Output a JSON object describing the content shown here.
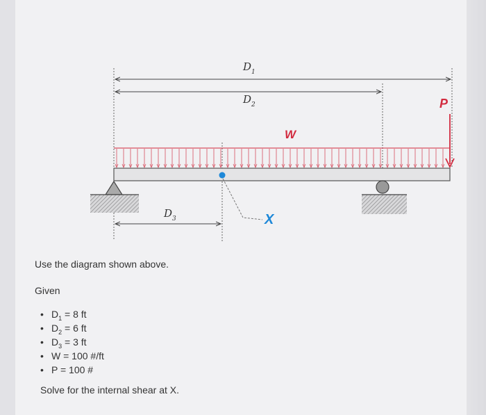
{
  "diagram": {
    "d1": {
      "letter": "D",
      "sub": "1"
    },
    "d2": {
      "letter": "D",
      "sub": "2"
    },
    "d3": {
      "letter": "D",
      "sub": "3"
    },
    "w_label": "W",
    "p_label": "P",
    "x_label": "X"
  },
  "colors": {
    "load": "#d22b3f",
    "point_x": "#1e88d8",
    "beam_fill": "#e4e4e6",
    "beam_stroke": "#555555"
  },
  "text": {
    "instruction": "Use the diagram shown above.",
    "given_heading": "Given",
    "given": [
      {
        "name": "D",
        "sub": "1",
        "value": "= 8 ft"
      },
      {
        "name": "D",
        "sub": "2",
        "value": "= 6 ft"
      },
      {
        "name": "D",
        "sub": "3",
        "value": "= 3 ft"
      },
      {
        "name": "W",
        "sub": "",
        "value": "= 100 #/ft"
      },
      {
        "name": "P",
        "sub": "",
        "value": "= 100 #"
      }
    ],
    "question": "Solve for the internal shear at X."
  }
}
